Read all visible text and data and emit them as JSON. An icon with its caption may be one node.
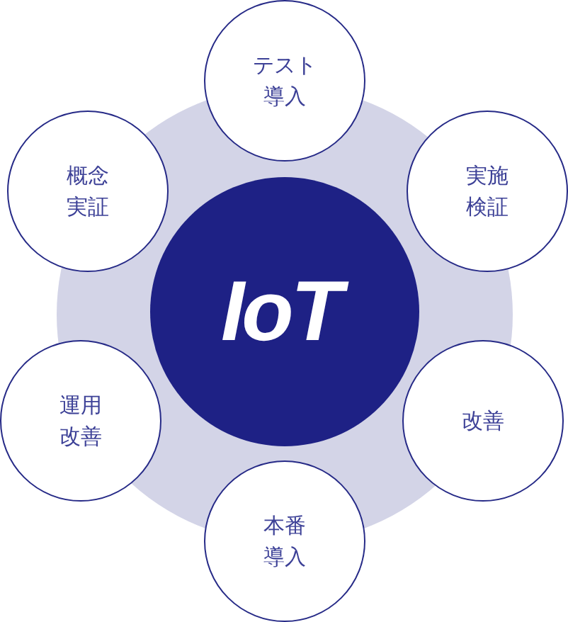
{
  "diagram": {
    "nodes": [
      {
        "text": [
          "テスト導入"
        ]
      },
      {
        "text": [
          "概念実証"
        ]
      },
      {
        "text": [
          "実施検証"
        ]
      },
      {
        "text": [
          "IoT"
        ]
      },
      {
        "text": [
          "運用改善"
        ]
      },
      {
        "text": [
          "改善"
        ]
      },
      {
        "text": [
          "本番導入"
        ]
      }
    ]
  }
}
